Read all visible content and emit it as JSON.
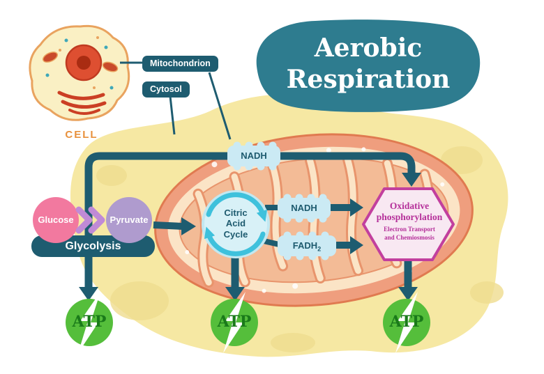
{
  "title": "Aerobic Respiration",
  "cell": {
    "label": "CELL"
  },
  "callouts": {
    "mitochondrion": "Mitochondrion",
    "cytosol": "Cytosol"
  },
  "pathway": {
    "nadh_shuttle": "NADH",
    "glucose": "Glucose",
    "pyruvate": "Pyruvate",
    "glycolysis": "Glycolysis",
    "citric_acid_cycle": "Citric\nAcid\nCycle",
    "nadh": "NADH",
    "fadh2_base": "FADH",
    "fadh2_subscript": "2",
    "oxphos_title": "Oxidative\nphosphorylation",
    "oxphos_subtitle": "Electron Transport\nand Chemiosmosis",
    "atp": "ATP"
  },
  "colors": {
    "background_blob": "#F6E8A3",
    "title_blob": "#2E7C8F",
    "dark_teal": "#1E5C70",
    "badge_light_blue": "#CBEAF4",
    "glucose_pink": "#F2799F",
    "pyruvate_purple": "#AF9BCE",
    "chevron_purple": "#C08AD6",
    "citric_fill": "#D8F1F7",
    "cycle_arrow_cyan": "#3EC1DC",
    "oxphos_border_magenta": "#C23F9E",
    "oxphos_fill": "#F8E8F2",
    "oxphos_text_magenta": "#B5309A",
    "atp_green": "#55BE3B",
    "atp_text_green": "#1A7A1A",
    "mitochondrion_salmon": "#EF9E7E",
    "cell_label_orange": "#E8913C"
  }
}
